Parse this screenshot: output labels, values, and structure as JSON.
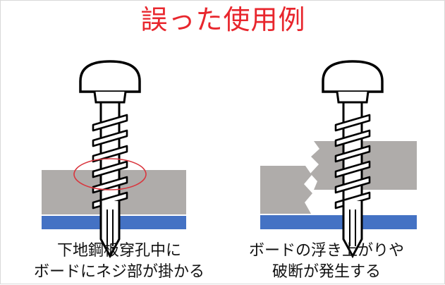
{
  "title": "誤った使用例",
  "colors": {
    "title": "#e8262d",
    "board": "#afacaa",
    "steel": "#4472c4",
    "highlight": "#d9363e",
    "outline": "#000000"
  },
  "left": {
    "caption_line1": "下地鋼板穿孔中に",
    "caption_line2": "ボードにネジ部が掛かる"
  },
  "right": {
    "caption_line1": "ボードの浮き上がりや",
    "caption_line2": "破断が発生する"
  }
}
